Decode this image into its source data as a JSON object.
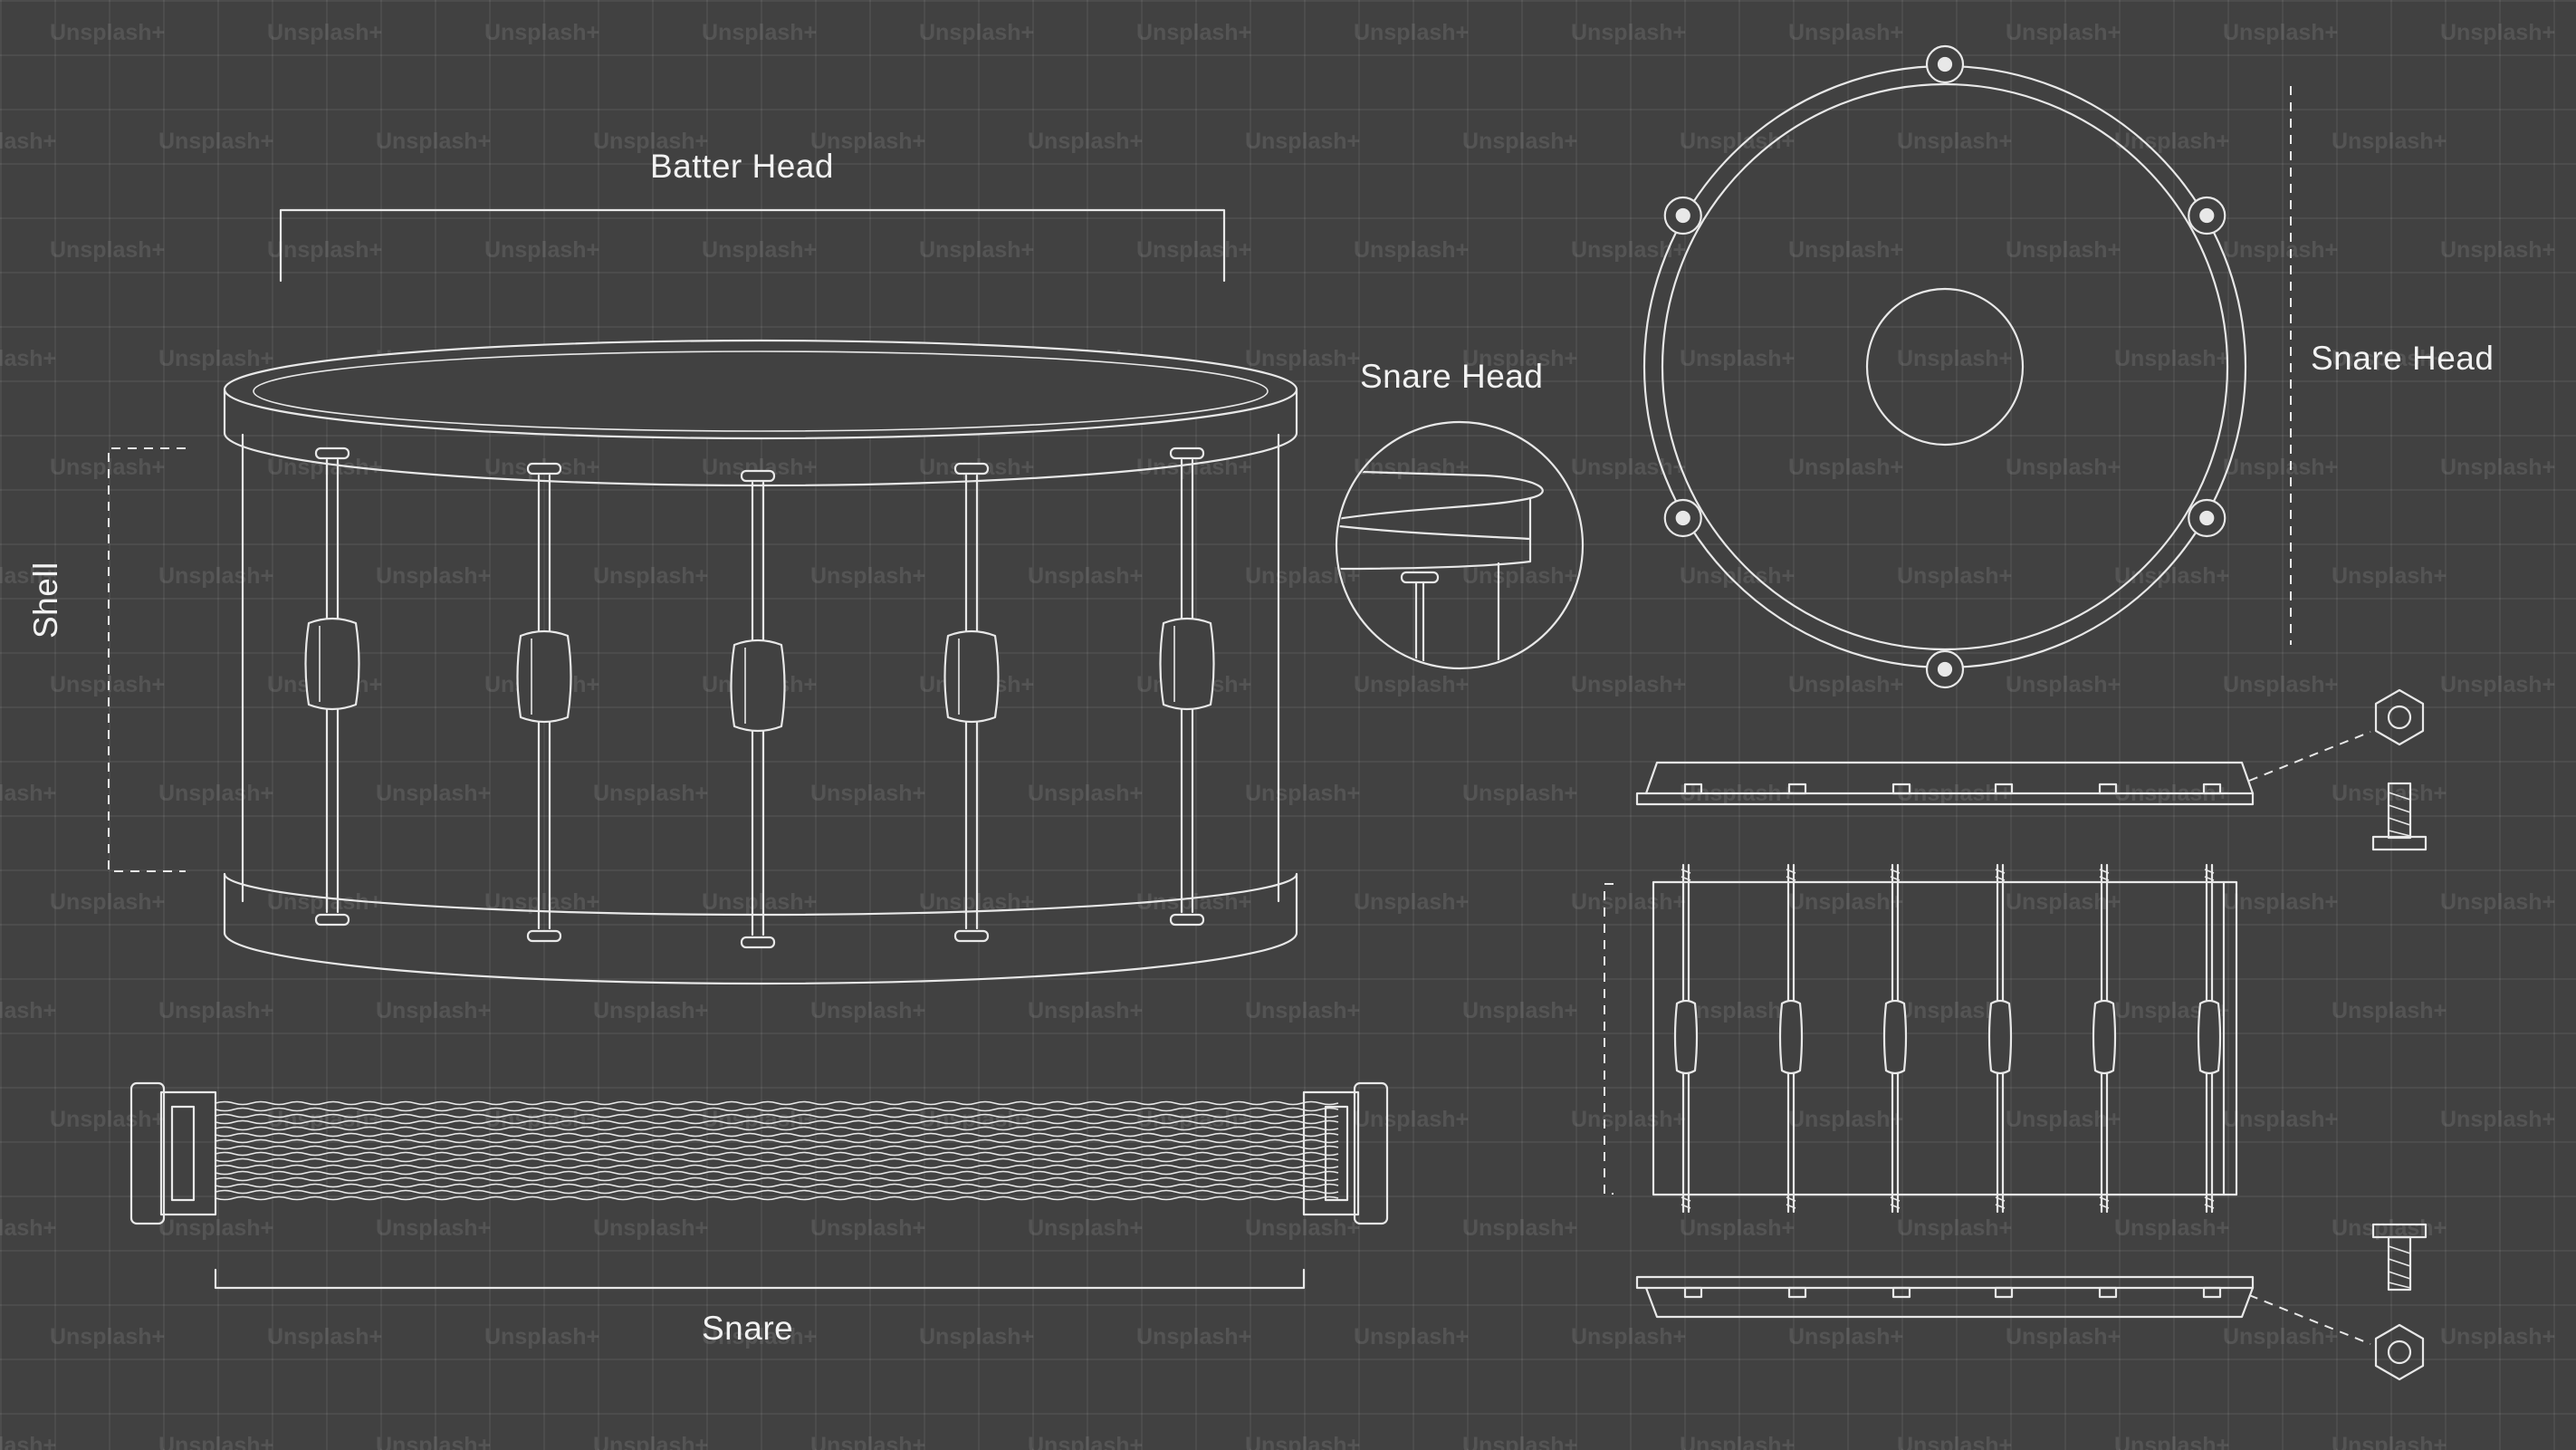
{
  "labels": {
    "batter_head": "Batter Head",
    "snare_head_detail": "Snare Head",
    "snare_head_top": "Snare Head",
    "shell": "Shell",
    "snare": "Snare"
  },
  "watermark": "Unsplash+",
  "colors": {
    "background": "#414141",
    "line": "#e8e8e8"
  },
  "icons": [
    "hex-nut-icon",
    "bolt-icon"
  ]
}
